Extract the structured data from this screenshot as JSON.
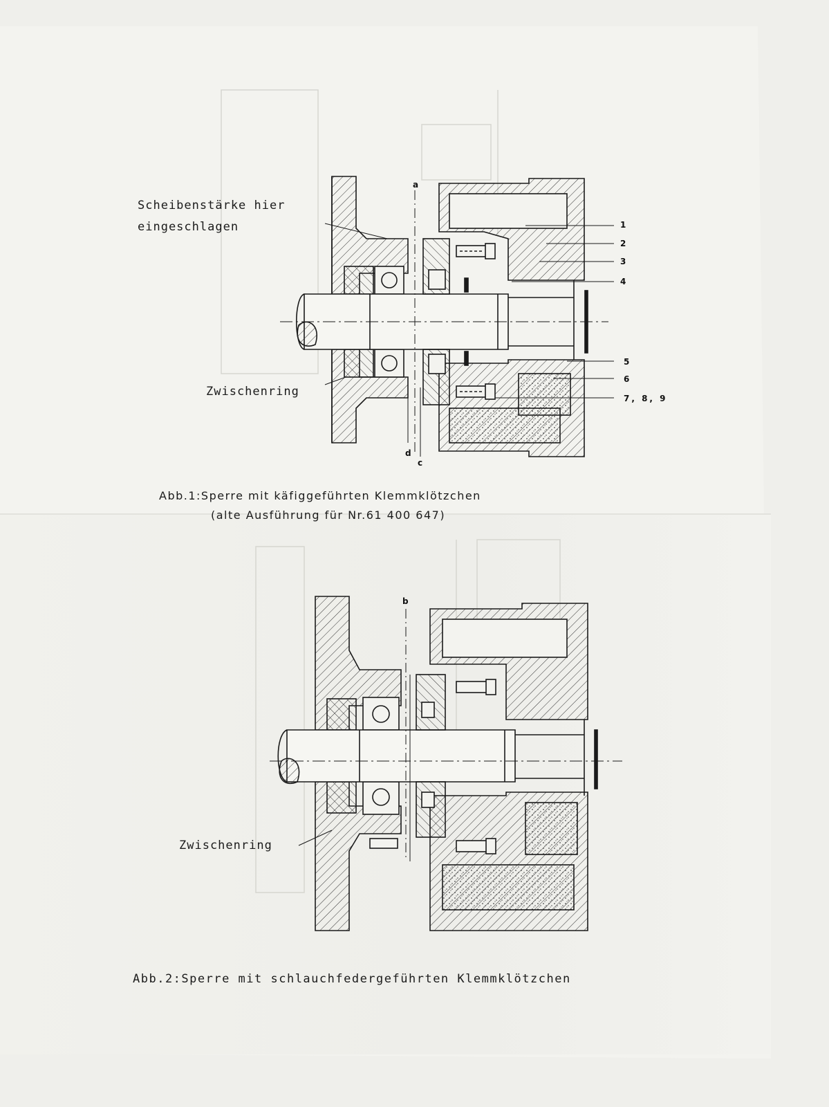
{
  "figure1": {
    "note_line1": "Scheibenstärke hier",
    "note_line2": "eingeschlagen",
    "spacer_label": "Zwischenring",
    "callouts": [
      "1",
      "2",
      "3",
      "4",
      "5",
      "6",
      "7, 8, 9"
    ],
    "axis_a": "a",
    "axis_c": "c",
    "axis_d": "d",
    "caption_line1": "Abb.1:Sperre mit käfiggeführten Klemmklötzchen",
    "caption_line2": "(alte Ausführung für Nr.61 400 647)"
  },
  "figure2": {
    "axis_b": "b",
    "spacer_label": "Zwischenring",
    "caption": "Abb.2:Sperre mit schlauchfedergeführten Klemmklötzchen"
  }
}
